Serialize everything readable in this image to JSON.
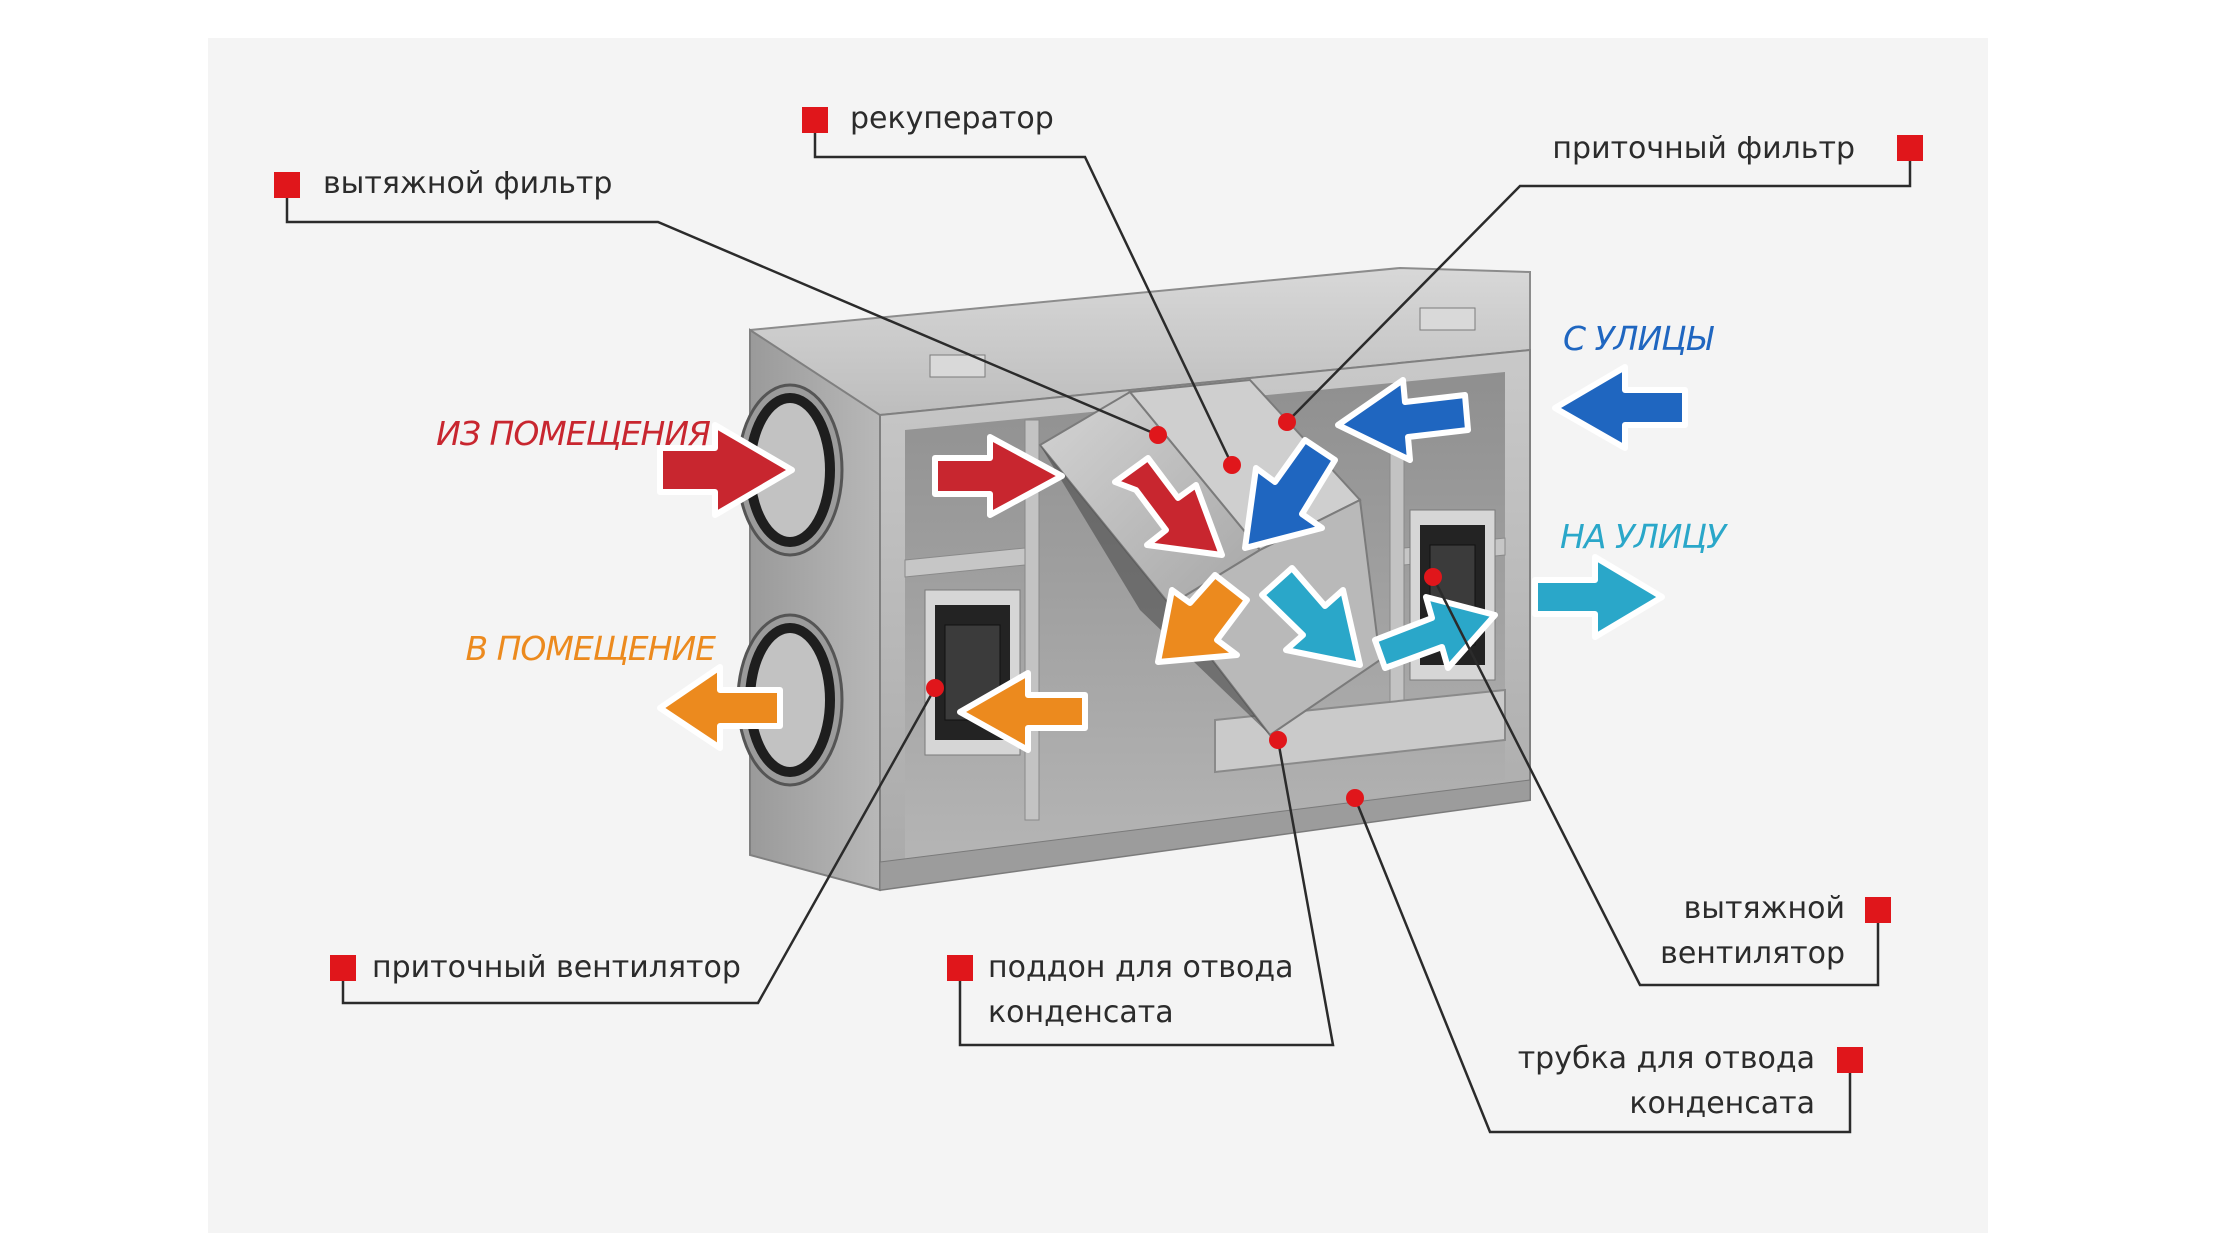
{
  "colors": {
    "background": "#f4f4f4",
    "marker": "#e0161b",
    "leader_line": "#2b2b2b",
    "extract_air": "#c8262f",
    "supply_air": "#ec8a1e",
    "outdoor_air": "#1f66c0",
    "exhaust_air": "#2aa7c9",
    "housing": "#b4b4b4"
  },
  "flows": {
    "from_room": "ИЗ ПОМЕЩЕНИЯ",
    "to_room": "В ПОМЕЩЕНИЕ",
    "from_street": "С УЛИЦЫ",
    "to_street": "НА УЛИЦУ"
  },
  "labels": {
    "recuperator": "рекуператор",
    "extract_filter": "вытяжной фильтр",
    "supply_filter": "приточный фильтр",
    "supply_fan": "приточный вентилятор",
    "drain_pan": [
      "поддон для отвода",
      "конденсата"
    ],
    "extract_fan": [
      "вытяжной",
      "вентилятор"
    ],
    "drain_tube": [
      "трубка для отвода",
      "конденсата"
    ]
  }
}
